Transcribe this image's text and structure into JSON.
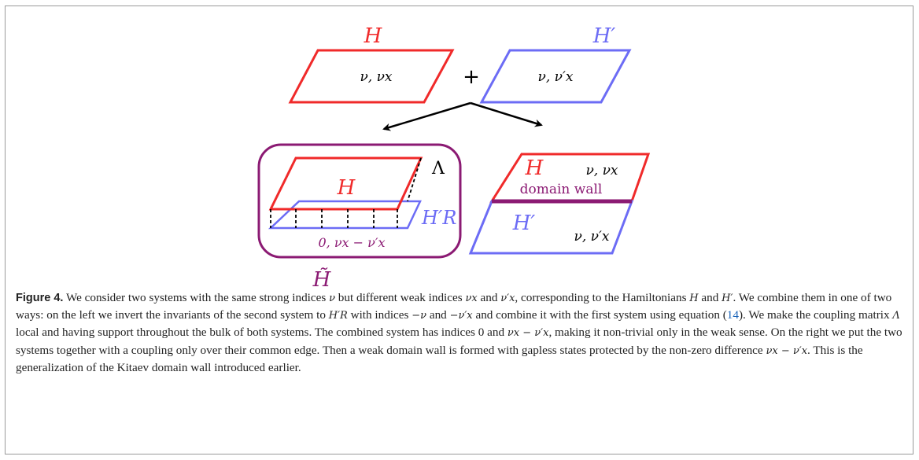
{
  "figure": {
    "labels": {
      "H_top": "H",
      "H_prime_top": "H′",
      "plus": "+",
      "indices_left": "ν, νx",
      "indices_right": "ν, ν′x",
      "H_stacked": "H",
      "lambda": "Λ",
      "H_prime_R": "H′R",
      "stacked_indices": "0, νx − ν′x",
      "H_tilde": "H̃",
      "dw_H": "H",
      "dw_indices_top": "ν, νx",
      "domain_wall": "domain wall",
      "dw_H_prime": "H′",
      "dw_indices_bottom": "ν, ν′x"
    },
    "colors": {
      "red": "#f02a2a",
      "blue": "#6c6cf5",
      "purple": "#8b1a73",
      "black": "#000000"
    }
  },
  "caption": {
    "label": "Figure 4.",
    "s1": " We consider two systems with the same strong indices ",
    "s2": " but different weak indices ",
    "s3": " and ",
    "s4": ", corresponding to the Hamiltonians ",
    "s5": " and ",
    "s6": ". We combine them in one of two ways: on the left we invert the invariants of the second system to ",
    "s7": " with indices ",
    "s8": " and ",
    "s9": " and combine it with the first system using equation (",
    "ref": "14",
    "s10": "). We make the coupling matrix ",
    "s11": " local and having support throughout the bulk of both systems. The combined system has indices 0 and ",
    "s12": ", making it non-trivial only in the weak sense. On the right we put the two systems together with a coupling only over their common edge. Then a weak domain wall is formed with gapless states protected by the non-zero difference ",
    "s13": ". This is the generalization of the Kitaev domain wall introduced earlier.",
    "m_nu": "ν",
    "m_nux": "νx",
    "m_nupx": "ν′x",
    "m_H": "H",
    "m_Hp": "H′",
    "m_HpR": "H′R",
    "m_mnu": "−ν",
    "m_mnupx": "−ν′x",
    "m_Lambda": "Λ",
    "m_diff1": "νx − ν′x",
    "m_diff2": "νx − ν′x"
  }
}
